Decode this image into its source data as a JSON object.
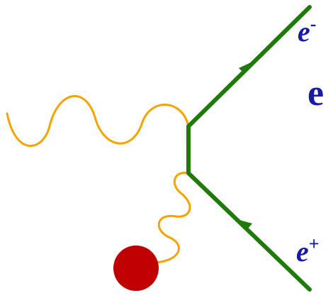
{
  "labels": {
    "electron": {
      "base": "e",
      "sup": "-"
    },
    "positron": {
      "base": "e",
      "sup": "+"
    },
    "vertex_label": "e"
  },
  "colors": {
    "fermion_line": "#1f7a0a",
    "photon": "#f5a300",
    "label": "#1a1aa8",
    "source_blob": "#c00000"
  }
}
